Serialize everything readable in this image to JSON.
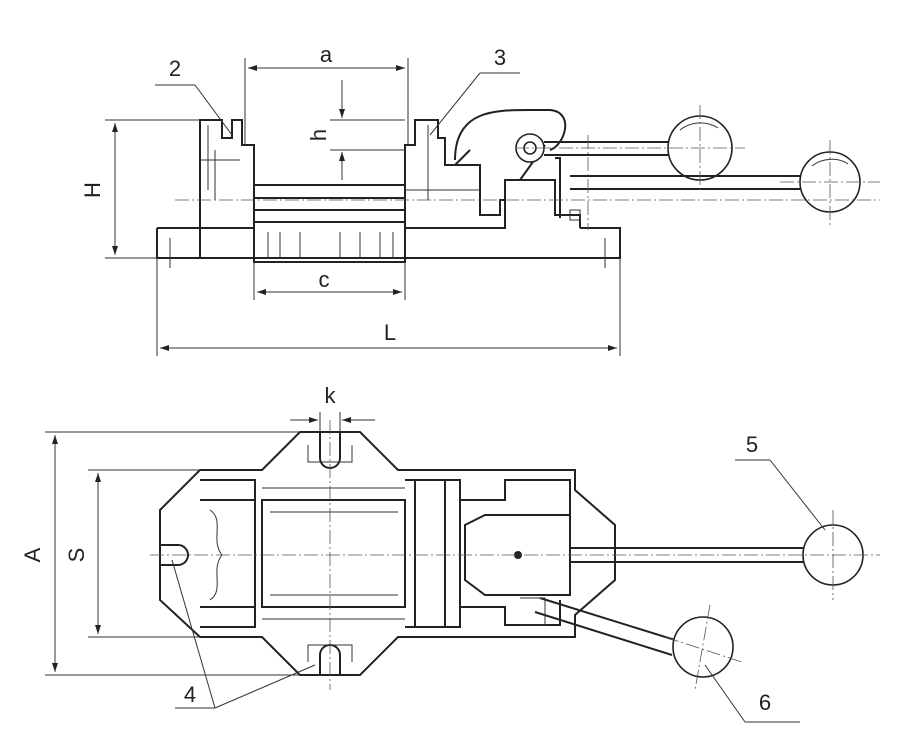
{
  "labels": {
    "dim_a": "a",
    "dim_h": "h",
    "dim_H": "H",
    "dim_c": "c",
    "dim_L": "L",
    "dim_k": "k",
    "dim_A": "A",
    "dim_S": "S",
    "part_2": "2",
    "part_3": "3",
    "part_4": "4",
    "part_5": "5",
    "part_6": "6"
  }
}
